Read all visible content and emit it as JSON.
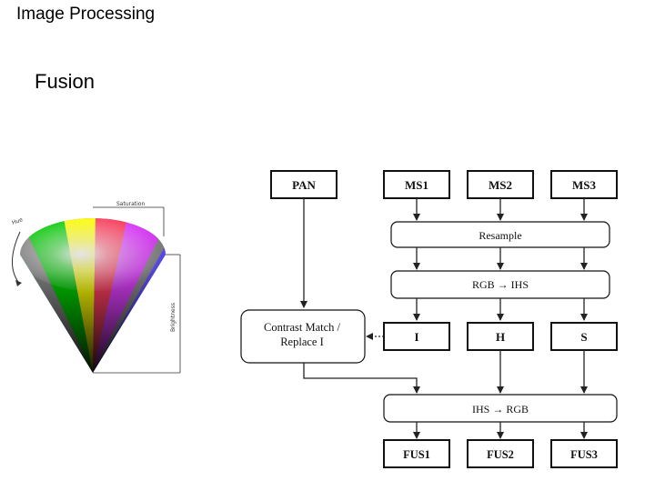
{
  "header": {
    "text": "Image Processing"
  },
  "title": {
    "text": "Fusion"
  },
  "cone": {
    "labels": {
      "saturation": "Saturation",
      "hue": "Hue",
      "brightness": "Brightness"
    }
  },
  "flow": {
    "pan": "PAN",
    "ms1": "MS1",
    "ms2": "MS2",
    "ms3": "MS3",
    "resample": "Resample",
    "rgb_to_ihs": "RGB → IHS",
    "contrast_line1": "Contrast Match /",
    "contrast_line2": "Replace I",
    "i": "I",
    "h": "H",
    "s": "S",
    "ihs_to_rgb": "IHS → RGB",
    "fus1": "FUS1",
    "fus2": "FUS2",
    "fus3": "FUS3"
  }
}
